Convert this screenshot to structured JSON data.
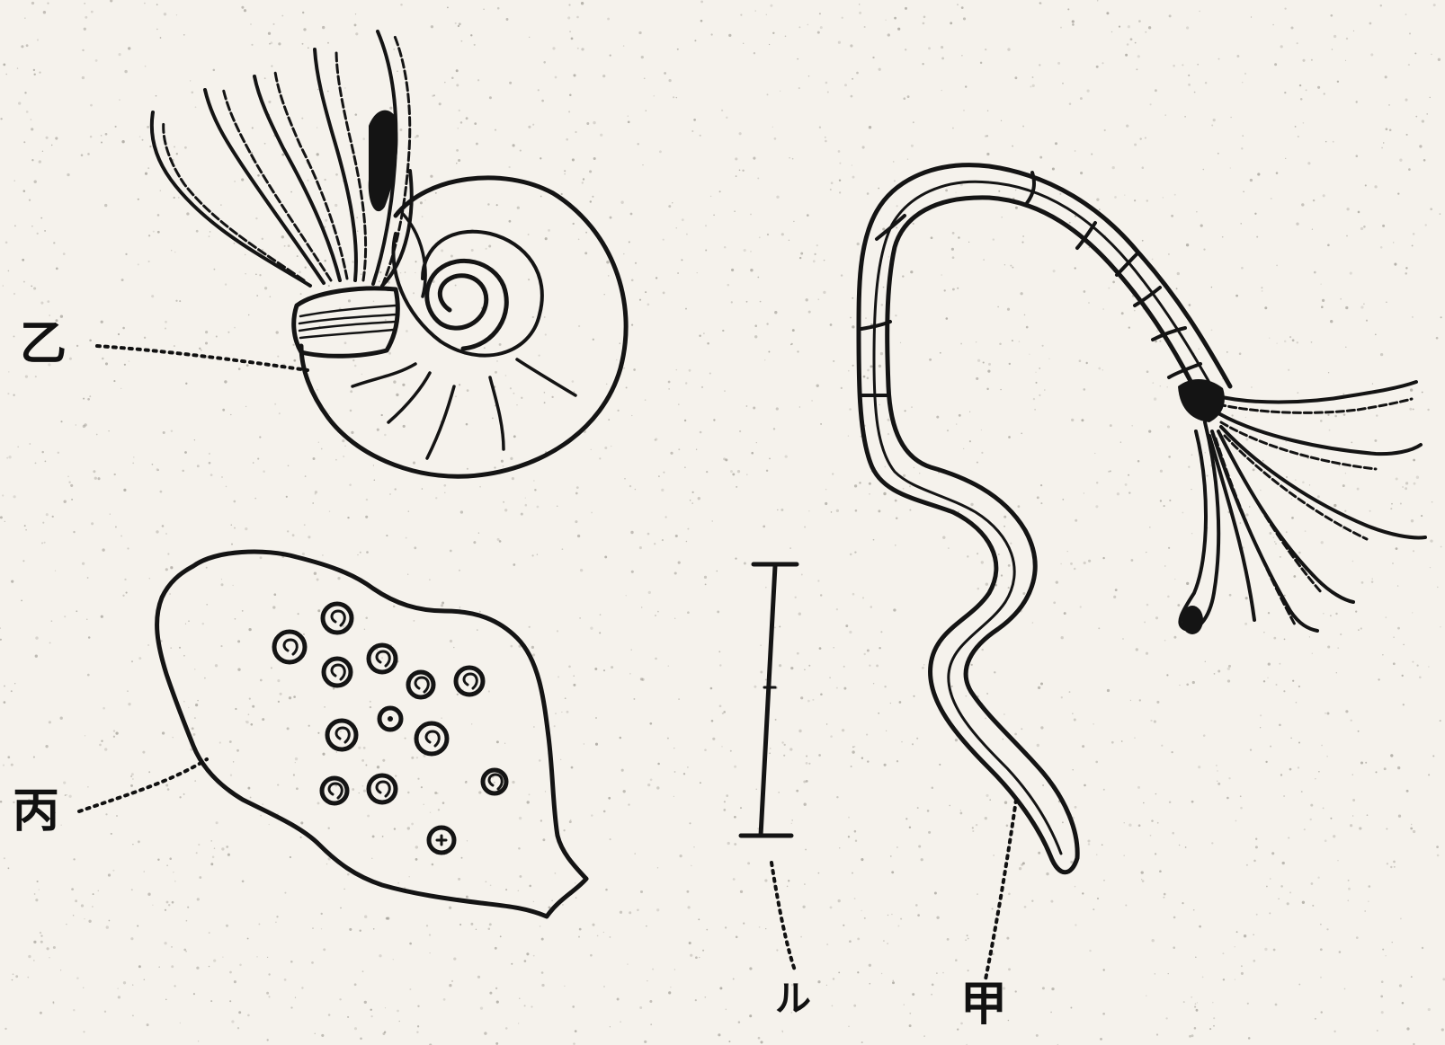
{
  "labels": {
    "otsu": "乙",
    "hei": "丙",
    "ru": "ル",
    "kou": "甲"
  }
}
